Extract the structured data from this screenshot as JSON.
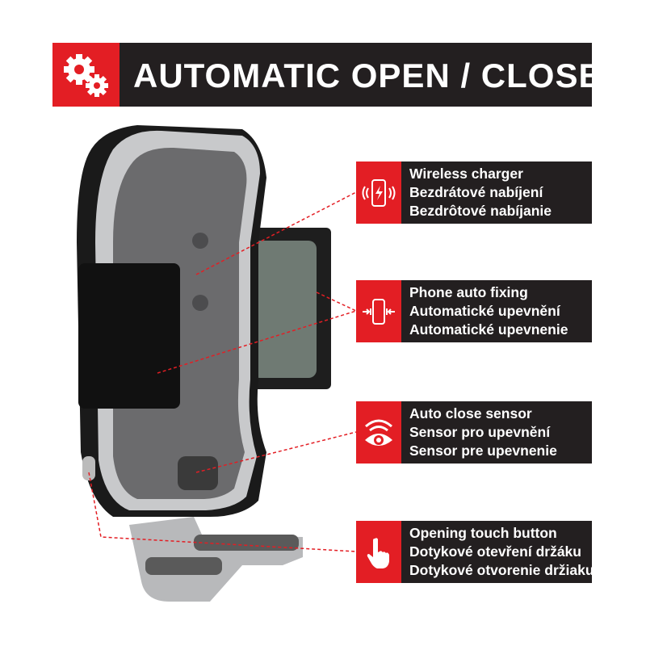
{
  "header": {
    "title": "AUTOMATIC OPEN / CLOSE",
    "icon": "gears-icon"
  },
  "features": [
    {
      "icon": "wireless-charging-phone-icon",
      "lines": [
        "Wireless charger",
        "Bezdrátové nabíjení",
        "Bezdrôtové nabíjanie"
      ]
    },
    {
      "icon": "phone-clamp-icon",
      "lines": [
        "Phone auto fixing",
        "Automatické upevnění",
        "Automatické upevnenie"
      ]
    },
    {
      "icon": "sensor-eye-icon",
      "lines": [
        "Auto close sensor",
        "Sensor pro upevnění",
        "Sensor pre upevnenie"
      ]
    },
    {
      "icon": "touch-hand-icon",
      "lines": [
        "Opening touch button",
        "Dotykové otevření držáku",
        "Dotykové otvorenie držiaku"
      ]
    }
  ],
  "colors": {
    "accent": "#e31e24",
    "dark": "#231f20"
  }
}
